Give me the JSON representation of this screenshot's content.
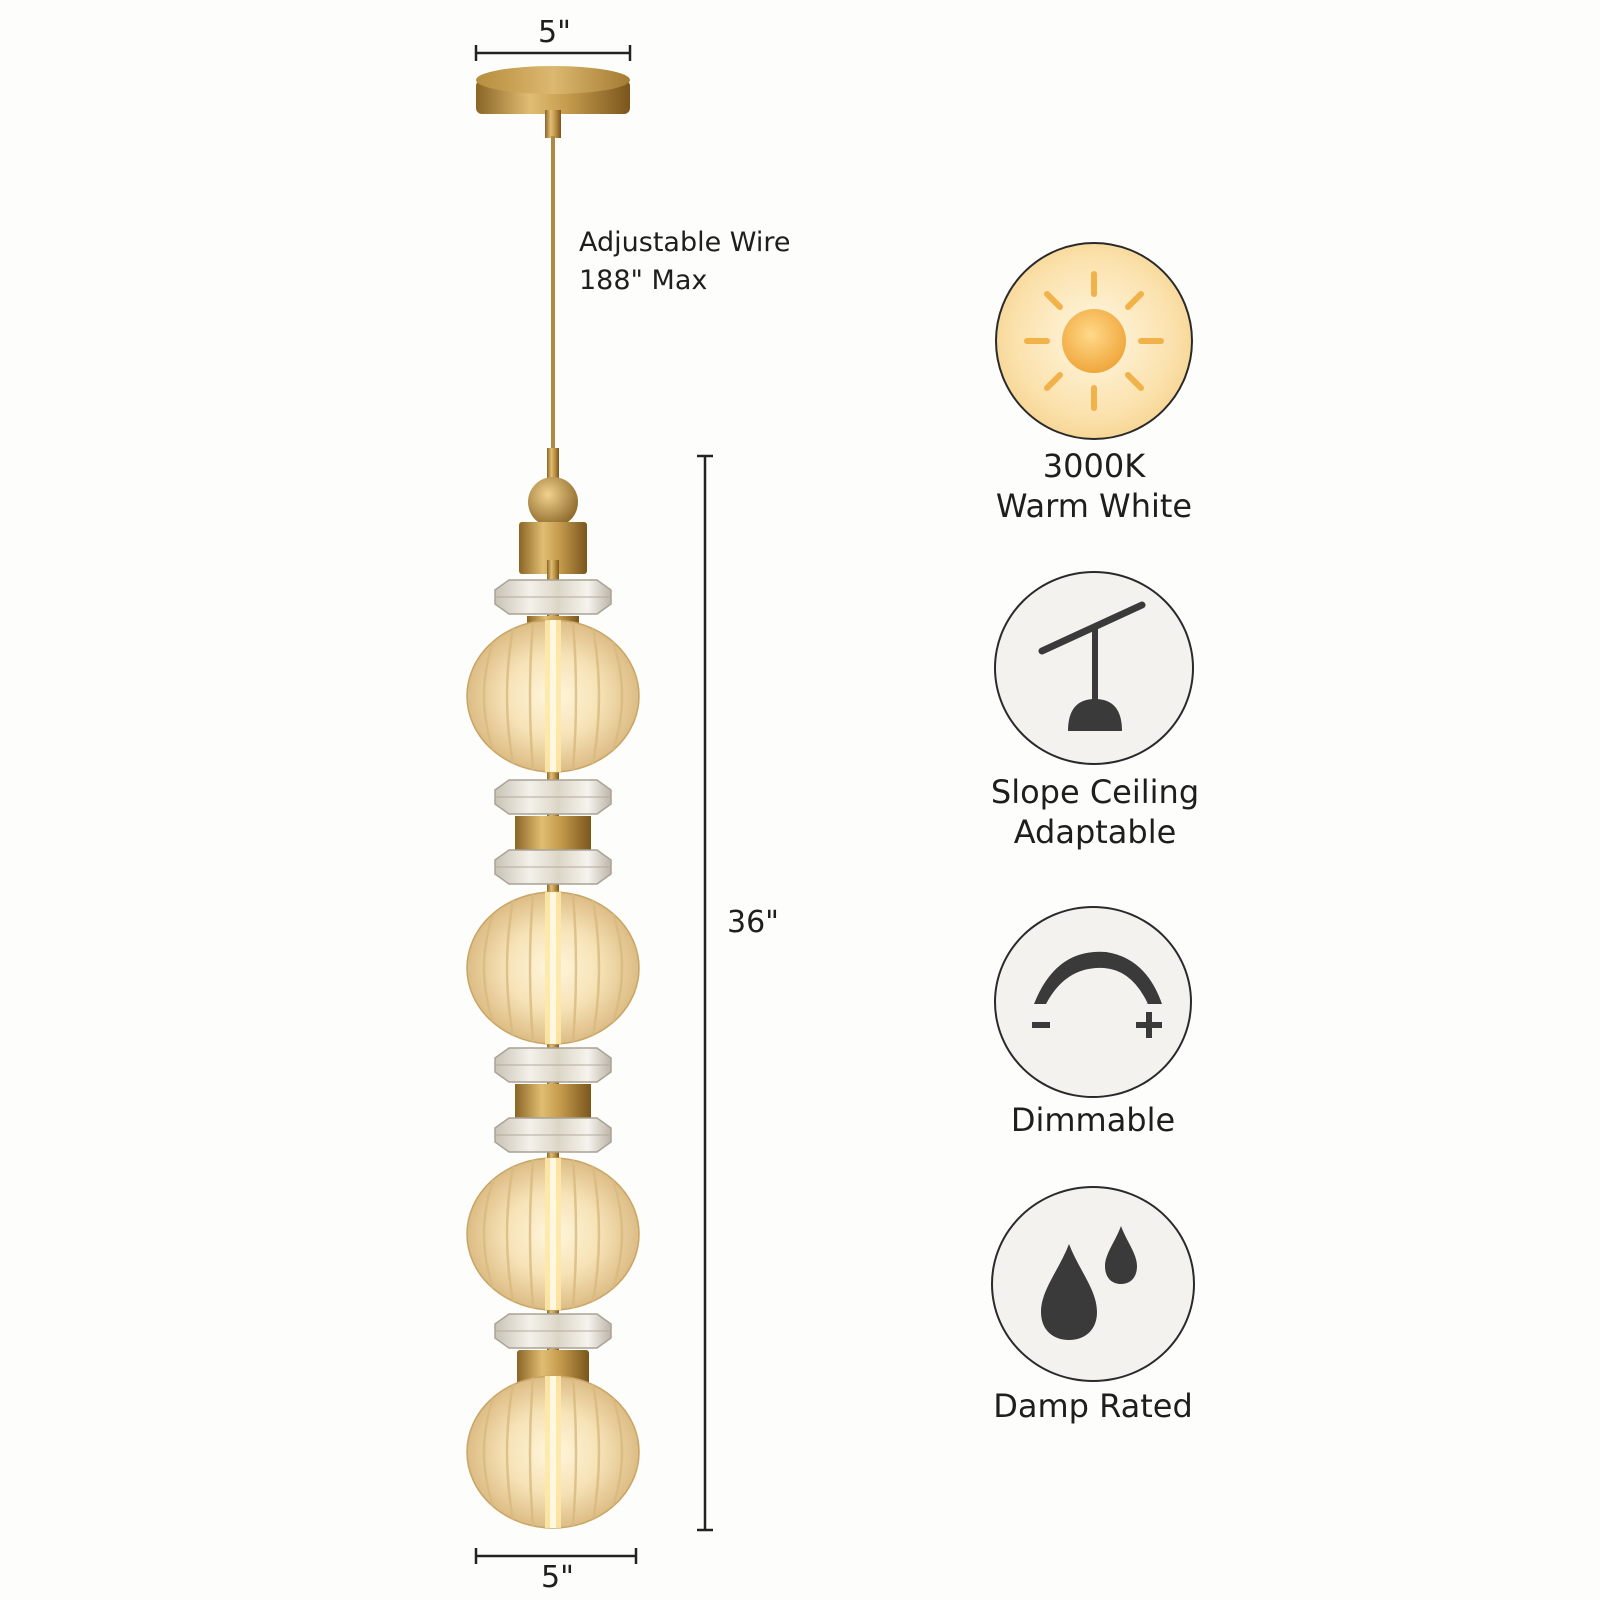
{
  "dimensions": {
    "canopy_width": "5\"",
    "body_width": "5\"",
    "height": "36\"",
    "wire_line1": "Adjustable Wire",
    "wire_line2": "188\" Max"
  },
  "features": [
    {
      "icon": "sun-icon",
      "line1": "3000K",
      "line2": "Warm White"
    },
    {
      "icon": "slope-ceiling-icon",
      "line1": "Slope Ceiling",
      "line2": "Adaptable"
    },
    {
      "icon": "dimmer-arc-icon",
      "line1": "Dimmable",
      "line2": ""
    },
    {
      "icon": "water-drops-icon",
      "line1": "Damp Rated",
      "line2": ""
    }
  ],
  "colors": {
    "brass": "#b78d3e",
    "glass": "#f3dfb5",
    "icon_dark": "#3a3a3a",
    "sun": "#f2b24a"
  }
}
